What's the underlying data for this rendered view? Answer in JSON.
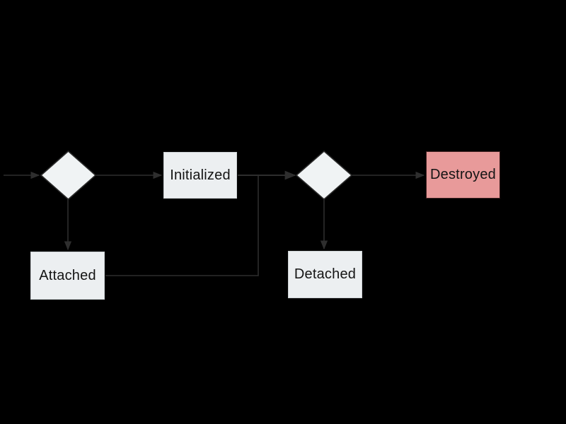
{
  "diagram": {
    "type": "flowchart-state-diagram",
    "background": "#000000",
    "nodes": [
      {
        "id": "decision-1",
        "shape": "diamond",
        "label": ""
      },
      {
        "id": "initialized",
        "shape": "rect",
        "label": "Initialized"
      },
      {
        "id": "decision-2",
        "shape": "diamond",
        "label": ""
      },
      {
        "id": "destroyed",
        "shape": "rect",
        "label": "Destroyed"
      },
      {
        "id": "attached",
        "shape": "rect",
        "label": "Attached"
      },
      {
        "id": "detached",
        "shape": "rect",
        "label": "Detached"
      }
    ],
    "edges": [
      {
        "from": "start",
        "to": "decision-1",
        "arrow": true
      },
      {
        "from": "decision-1",
        "to": "initialized",
        "arrow": true
      },
      {
        "from": "decision-1",
        "to": "attached",
        "arrow": true
      },
      {
        "from": "initialized",
        "to": "decision-2",
        "arrow": true
      },
      {
        "from": "attached",
        "to": "decision-2",
        "arrow": false,
        "note": "merges into initialized-to-decision-2 line"
      },
      {
        "from": "decision-2",
        "to": "destroyed",
        "arrow": true
      },
      {
        "from": "decision-2",
        "to": "detached",
        "arrow": true
      }
    ],
    "colors": {
      "node_fill_light": "#eceff1",
      "node_fill_destroyed": "#e89a9a",
      "diamond_fill": "#f0f3f4",
      "connector": "#2e2e2e",
      "text": "#141414"
    }
  }
}
